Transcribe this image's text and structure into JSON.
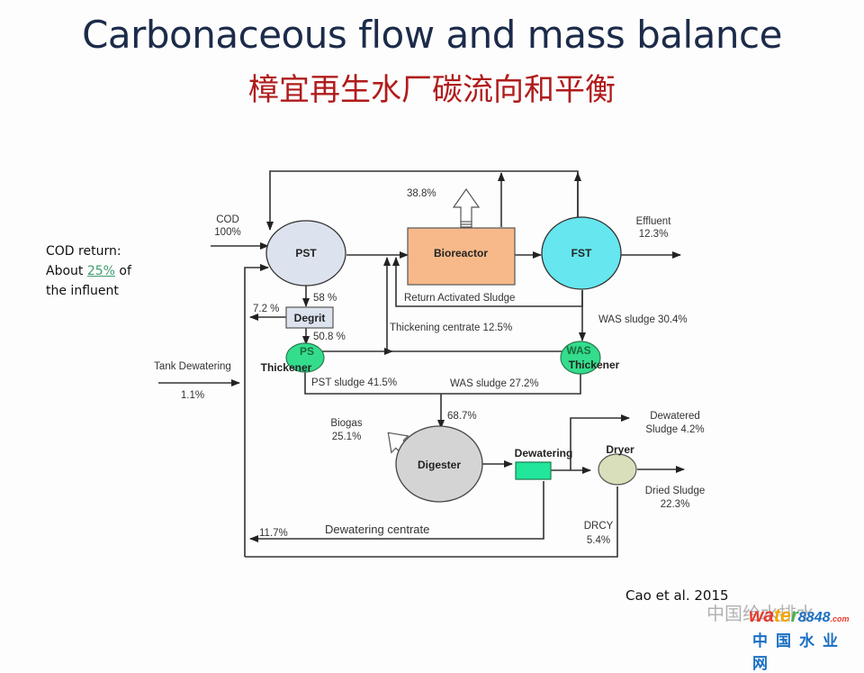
{
  "header": {
    "title": "Carbonaceous flow and mass balance",
    "subtitle": "樟宜再生水厂碳流向和平衡"
  },
  "note": {
    "line1": "COD return:",
    "line2_prefix": "About ",
    "line2_link": "25%",
    "line2_suffix": " of",
    "line3": "the influent"
  },
  "diagram": {
    "nodes": {
      "pst": "PST",
      "bioreactor": "Bioreactor",
      "fst": "FST",
      "degrit": "Degrit",
      "ps_thickener_1": "PS",
      "ps_thickener_2": "Thickener",
      "was_thickener_1": "WAS",
      "was_thickener_2": "Thickener",
      "digester": "Digester",
      "dewatering": "Dewatering",
      "dryer": "Dryer"
    },
    "labels": {
      "cod_1": "COD",
      "cod_2": "100%",
      "aeration": "38.8%",
      "effluent_1": "Effluent",
      "effluent_2": "12.3%",
      "ras": "Return Activated Sludge",
      "pst_to_degrit": "58 %",
      "degrit_out": "7.2 %",
      "degrit_to_ps": "50.8 %",
      "thickening_centrate": "Thickening centrate  12.5%",
      "was_sludge_fst": "WAS sludge 30.4%",
      "tank_dewatering": "Tank Dewatering",
      "tank_dewatering_pct": "1.1%",
      "pst_sludge": "PST sludge 41.5%",
      "was_sludge_thick": "WAS sludge 27.2%",
      "to_digester": "68.7%",
      "biogas_1": "Biogas",
      "biogas_2": "25.1%",
      "dewatered_1": "Dewatered",
      "dewatered_2": "Sludge 4.2%",
      "dried_1": "Dried Sludge",
      "dried_2": "22.3%",
      "drcy_1": "DRCY",
      "drcy_2": "5.4%",
      "centrate_pct": "11.7%",
      "centrate": "Dewatering centrate"
    },
    "colors": {
      "pst": "#dce3ee",
      "bioreactor": "#f7b98a",
      "fst": "#66e6ef",
      "degrit": "#dce3ee",
      "thickener": "#33dd8c",
      "digester": "#d4d4d4",
      "dewatering": "#22e69a",
      "dryer": "#d9dfba"
    }
  },
  "citation": "Cao et al. 2015",
  "watermark": {
    "line1": "中国给水排水",
    "brand": "water8848.com",
    "line2": "中国水业网"
  }
}
